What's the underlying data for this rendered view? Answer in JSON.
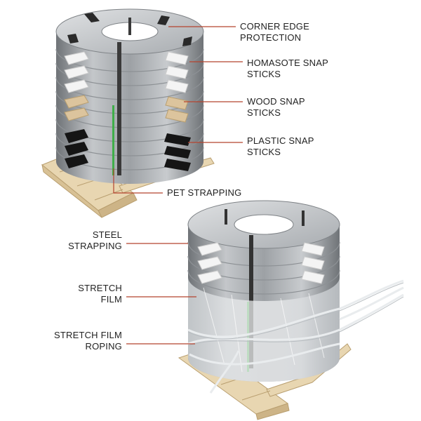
{
  "labels": {
    "corner_edge": {
      "line1": "CORNER EDGE",
      "line2": "PROTECTION"
    },
    "homasote": {
      "line1": "HOMASOTE SNAP",
      "line2": "STICKS"
    },
    "wood": {
      "line1": "WOOD SNAP",
      "line2": "STICKS"
    },
    "plastic": {
      "line1": "PLASTIC SNAP",
      "line2": "STICKS"
    },
    "pet": {
      "line1": "PET STRAPPING"
    },
    "steel": {
      "line1": "STEEL",
      "line2": "STRAPPING"
    },
    "stretch_film": {
      "line1": "STRETCH",
      "line2": "FILM"
    },
    "roping": {
      "line1": "STRETCH FILM",
      "line2": "ROPING"
    }
  },
  "colors": {
    "leader": "#b5432f",
    "text": "#222222",
    "pallet": "#e6d3ad",
    "steel": "#a9adb1",
    "steel_dark": "#7e8286",
    "black_sticks": "#1a1a1a",
    "wood_sticks": "#d9c19a",
    "homasote": "#f2f2f2",
    "pet_strap": "#3fae49"
  }
}
